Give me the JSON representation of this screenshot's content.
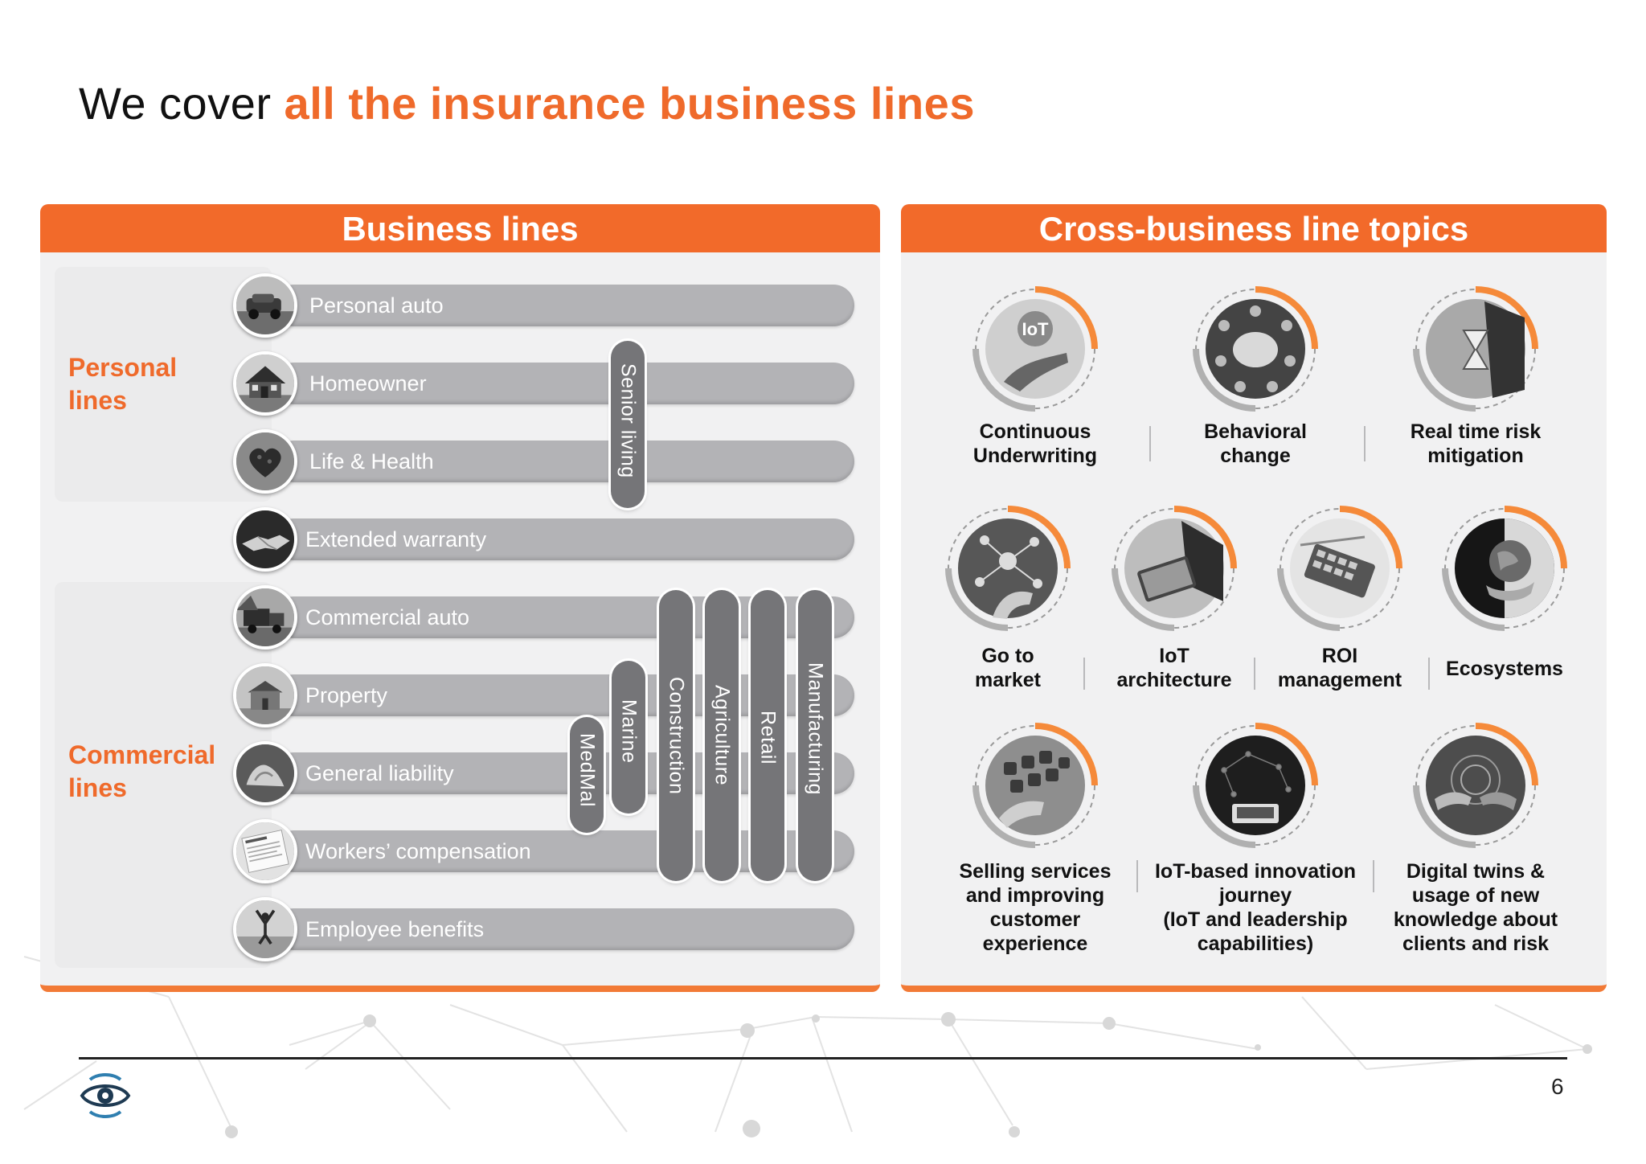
{
  "title": {
    "prefix": "We cover ",
    "accent": "all the insurance business lines"
  },
  "business_panel": {
    "header": "Business lines",
    "groups": [
      {
        "label_line1": "Personal",
        "label_line2": "lines"
      },
      {
        "label_line1": "Commercial",
        "label_line2": "lines"
      }
    ],
    "rows": [
      {
        "label": "Personal auto",
        "icon": "car-photo-icon"
      },
      {
        "label": "Homeowner",
        "icon": "house-photo-icon"
      },
      {
        "label": "Life & Health",
        "icon": "heart-photo-icon"
      },
      {
        "label": "Extended warranty",
        "icon": "handshake-photo-icon"
      },
      {
        "label": "Commercial auto",
        "icon": "truck-photo-icon"
      },
      {
        "label": "Property",
        "icon": "building-photo-icon"
      },
      {
        "label": "General liability",
        "icon": "hands-photo-icon"
      },
      {
        "label": "Workers’ compensation",
        "icon": "document-photo-icon"
      },
      {
        "label": "Employee benefits",
        "icon": "yoga-photo-icon"
      }
    ],
    "verticals": [
      {
        "label": "Senior living"
      },
      {
        "label": "MedMal"
      },
      {
        "label": "Marine"
      },
      {
        "label": "Construction"
      },
      {
        "label": "Agriculture"
      },
      {
        "label": "Retail"
      },
      {
        "label": "Manufacturing"
      }
    ]
  },
  "topics_panel": {
    "header": "Cross-business line topics",
    "topics": [
      {
        "line1": "Continuous",
        "line2": "Underwriting",
        "icon": "iot-hand-icon",
        "iot_badge": "IoT"
      },
      {
        "line1": "Behavioral",
        "line2": "change",
        "icon": "brain-icon"
      },
      {
        "line1": "Real time risk",
        "line2": "mitigation",
        "icon": "hourglass-icon"
      },
      {
        "line1": "Go to",
        "line2": "market",
        "icon": "network-hand-icon"
      },
      {
        "line1": "IoT",
        "line2": "architecture",
        "icon": "tablet-icon"
      },
      {
        "line1": "ROI",
        "line2": "management",
        "icon": "calculator-icon"
      },
      {
        "line1": "Ecosystems",
        "line2": "",
        "icon": "globe-hand-icon"
      },
      {
        "line1": "Selling services",
        "line2": "and improving",
        "line3": "customer",
        "line4": "experience",
        "icon": "phone-apps-icon"
      },
      {
        "line1": "IoT-based innovation",
        "line2": "journey",
        "line3": "(IoT and leadership",
        "line4": "capabilities)",
        "icon": "laptop-person-icon"
      },
      {
        "line1": "Digital twins &",
        "line2": "usage of  new",
        "line3": "knowledge about",
        "line4": "clients and risk",
        "icon": "digital-hands-icon"
      }
    ]
  },
  "footer": {
    "page_number": "6",
    "logo_icon": "eye-logo-icon"
  },
  "colors": {
    "accent": "#ef6a2b",
    "header": "#f26a2a",
    "bar": "#b3b3b6",
    "vertical": "#757578",
    "panel": "#f1f1f2"
  }
}
